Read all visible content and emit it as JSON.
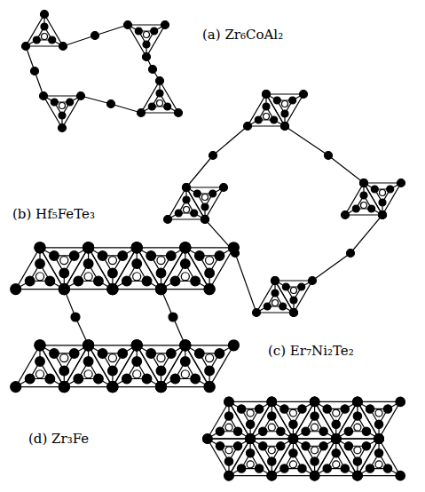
{
  "diagram": {
    "labels": [
      "(a) Zr₆CoAl₂",
      "(b) Hf₅FeTe₃",
      "(c) Er₇Ni₂Te₂",
      "(d) Zr₃Fe"
    ]
  }
}
